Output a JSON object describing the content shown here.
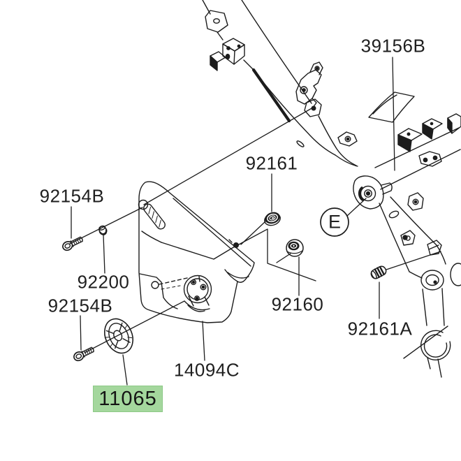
{
  "diagram": {
    "kind": "motorcycle-parts-exploded-diagram",
    "highlighted_part": "11065",
    "colors": {
      "background": "#ffffff",
      "line": "#1c1c1c",
      "highlight_fill": "#a4d79d",
      "highlight_border": "#8cc986"
    },
    "labels": {
      "p39156B": "39156B",
      "p92154B_top": "92154B",
      "p92161": "92161",
      "p92200": "92200",
      "p92154B_bottom": "92154B",
      "p92160": "92160",
      "p92161A": "92161A",
      "p14094C": "14094C",
      "p11065": "11065",
      "detail_ref": "E"
    }
  }
}
